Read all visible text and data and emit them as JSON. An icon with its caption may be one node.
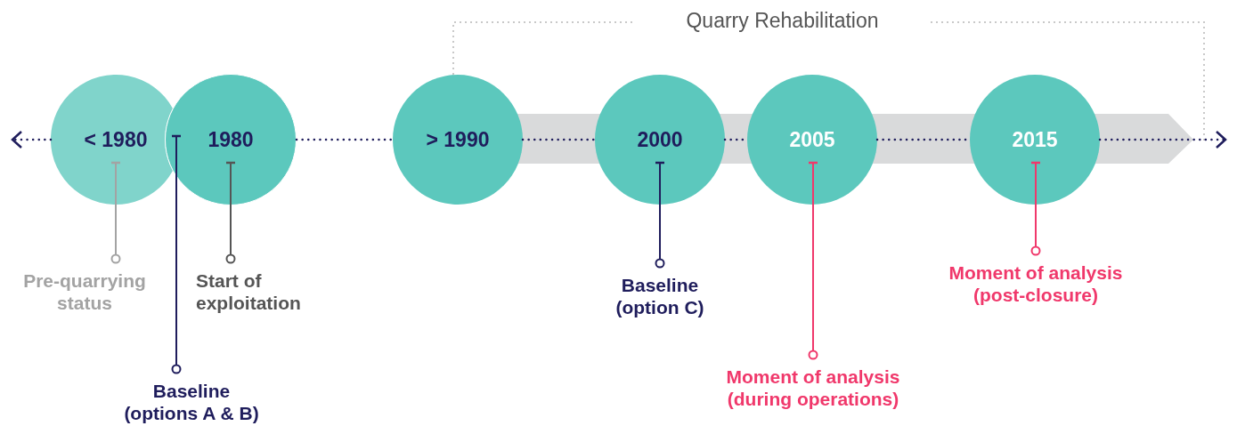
{
  "diagram": {
    "nodes": [
      {
        "text": [
          "< 1980"
        ]
      },
      {
        "text": [
          "1980"
        ]
      },
      {
        "text": [
          "> 1990"
        ]
      },
      {
        "text": [
          "2000"
        ]
      },
      {
        "text": [
          "2005"
        ]
      },
      {
        "text": [
          "2015"
        ]
      },
      {
        "text": [
          "Pre-quarrying status"
        ]
      },
      {
        "text": [
          "Start of exploitation"
        ]
      },
      {
        "text": [
          "Baseline (options A & B)"
        ]
      },
      {
        "text": [
          "Baseline (option C)"
        ]
      },
      {
        "text": [
          "Moment of analysis (during operations)"
        ]
      },
      {
        "text": [
          "Moment of analysis (post-closure)"
        ]
      }
    ],
    "edges": [
      {
        "from": 0,
        "to": null,
        "arrow": "to",
        "style": "dashed"
      },
      {
        "from": 1,
        "to": 2,
        "arrow": "none",
        "style": "dashed"
      },
      {
        "from": 2,
        "to": 3,
        "arrow": "none",
        "style": "dashed"
      },
      {
        "from": 3,
        "to": 4,
        "arrow": "none",
        "style": "dashed"
      },
      {
        "from": 4,
        "to": 5,
        "arrow": "none",
        "style": "dashed"
      },
      {
        "from": 5,
        "to": null,
        "arrow": "to",
        "style": "dashed"
      },
      {
        "from": 6,
        "to": 0,
        "arrow": "other",
        "color": "#a3a3a3"
      },
      {
        "from": 7,
        "to": 1,
        "arrow": "other",
        "color": "#555555"
      },
      {
        "from": 8,
        "to": 1,
        "arrow": "other",
        "color": "#1f1d5c"
      },
      {
        "from": 9,
        "to": 3,
        "arrow": "other",
        "color": "#1f1d5c"
      },
      {
        "from": 10,
        "to": 4,
        "arrow": "other",
        "color": "#f0386b"
      },
      {
        "from": 11,
        "to": 5,
        "arrow": "other",
        "color": "#f0386b"
      }
    ],
    "labels": [
      "Quarry Rehabilitation"
    ]
  }
}
